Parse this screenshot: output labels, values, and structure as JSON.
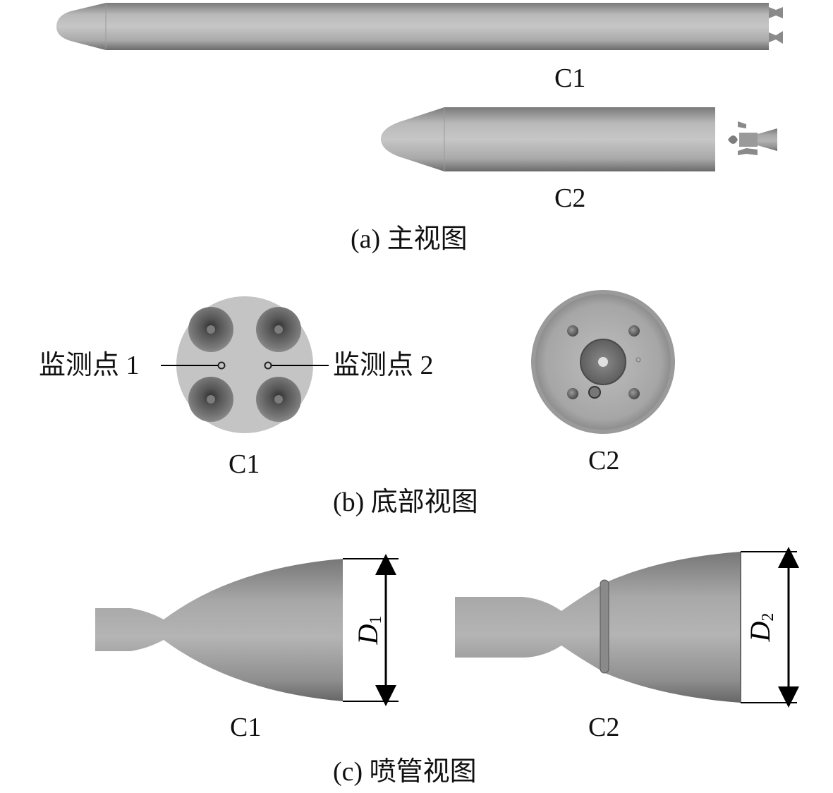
{
  "section_a": {
    "caption": "(a) 主视图",
    "c1_label": "C1",
    "c2_label": "C2"
  },
  "section_b": {
    "caption": "(b) 底部视图",
    "c1_label": "C1",
    "c2_label": "C2",
    "monitor_point_1": "监测点 1",
    "monitor_point_2": "监测点 2"
  },
  "section_c": {
    "caption": "(c) 喷管视图",
    "c1_label": "C1",
    "c2_label": "C2",
    "d1_letter": "D",
    "d1_sub": "1",
    "d2_letter": "D",
    "d2_sub": "2"
  }
}
